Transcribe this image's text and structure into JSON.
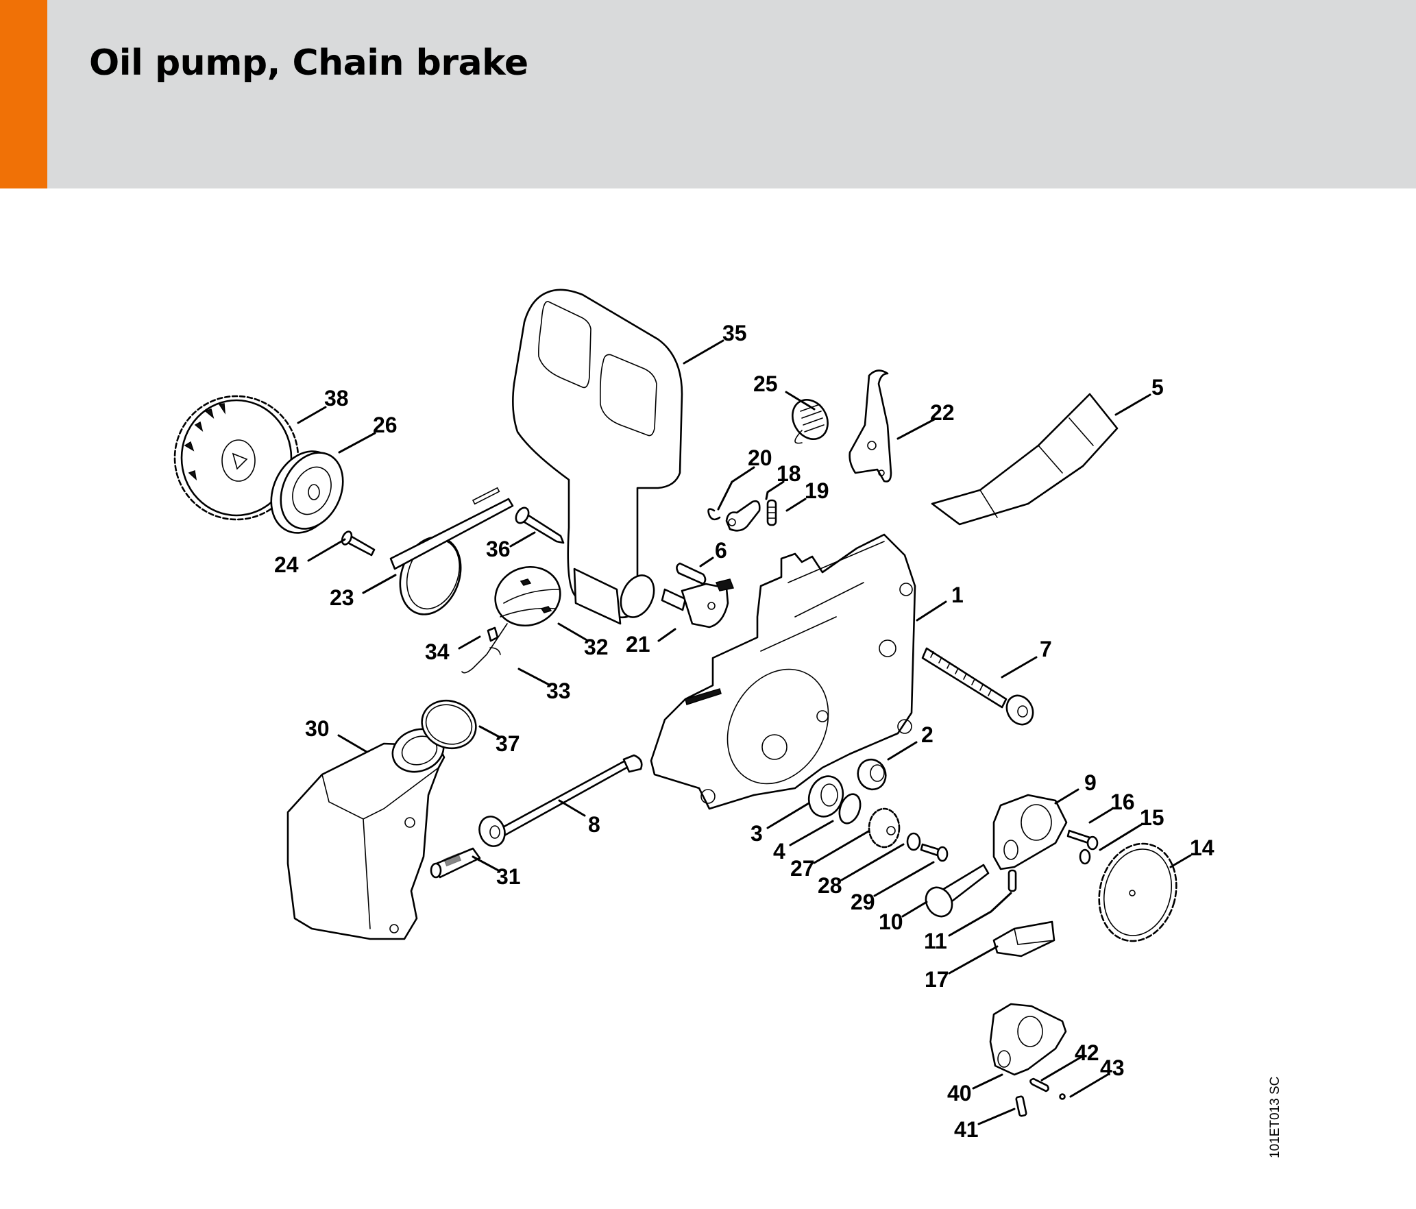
{
  "header": {
    "title": "Oil pump, Chain brake",
    "accent_color": "#f07106",
    "background_color": "#d9dadb"
  },
  "diagram": {
    "reference_code": "101ET013 SC",
    "callouts": [
      {
        "id": "1",
        "label": "1",
        "part": "crankcase"
      },
      {
        "id": "2",
        "label": "2",
        "part": "needle-sleeve"
      },
      {
        "id": "3",
        "label": "3",
        "part": "ball-bearing"
      },
      {
        "id": "4",
        "label": "4",
        "part": "circlip"
      },
      {
        "id": "5",
        "label": "5",
        "part": "chain-catcher-plate"
      },
      {
        "id": "6",
        "label": "6",
        "part": "stud"
      },
      {
        "id": "7",
        "label": "7",
        "part": "collar-screw"
      },
      {
        "id": "8",
        "label": "8",
        "part": "suction-hose"
      },
      {
        "id": "9",
        "label": "9",
        "part": "oil-pump-housing"
      },
      {
        "id": "10",
        "label": "10",
        "part": "pump-piston"
      },
      {
        "id": "11",
        "label": "11",
        "part": "pin"
      },
      {
        "id": "14",
        "label": "14",
        "part": "worm-gear"
      },
      {
        "id": "15",
        "label": "15",
        "part": "washer"
      },
      {
        "id": "16",
        "label": "16",
        "part": "screw"
      },
      {
        "id": "17",
        "label": "17",
        "part": "control-block"
      },
      {
        "id": "18",
        "label": "18",
        "part": "lever"
      },
      {
        "id": "19",
        "label": "19",
        "part": "small-spring"
      },
      {
        "id": "20",
        "label": "20",
        "part": "e-clip"
      },
      {
        "id": "21",
        "label": "21",
        "part": "bell-crank"
      },
      {
        "id": "22",
        "label": "22",
        "part": "brake-lever"
      },
      {
        "id": "23",
        "label": "23",
        "part": "brake-band"
      },
      {
        "id": "24",
        "label": "24",
        "part": "band-screw"
      },
      {
        "id": "25",
        "label": "25",
        "part": "tension-spring"
      },
      {
        "id": "26",
        "label": "26",
        "part": "clutch-drum"
      },
      {
        "id": "27",
        "label": "27",
        "part": "pinion"
      },
      {
        "id": "28",
        "label": "28",
        "part": "washer-small"
      },
      {
        "id": "29",
        "label": "29",
        "part": "slotted-screw"
      },
      {
        "id": "30",
        "label": "30",
        "part": "oil-tank"
      },
      {
        "id": "31",
        "label": "31",
        "part": "pickup-body"
      },
      {
        "id": "32",
        "label": "32",
        "part": "oil-filler-cap"
      },
      {
        "id": "33",
        "label": "33",
        "part": "retaining-strap"
      },
      {
        "id": "34",
        "label": "34",
        "part": "strap-fitting"
      },
      {
        "id": "35",
        "label": "35",
        "part": "hand-guard"
      },
      {
        "id": "36",
        "label": "36",
        "part": "guard-screw"
      },
      {
        "id": "37",
        "label": "37",
        "part": "o-ring"
      },
      {
        "id": "38",
        "label": "38",
        "part": "spur-gear"
      },
      {
        "id": "40",
        "label": "40",
        "part": "alt-pump-housing"
      },
      {
        "id": "41",
        "label": "41",
        "part": "alt-pin"
      },
      {
        "id": "42",
        "label": "42",
        "part": "spring"
      },
      {
        "id": "43",
        "label": "43",
        "part": "ball"
      }
    ]
  }
}
